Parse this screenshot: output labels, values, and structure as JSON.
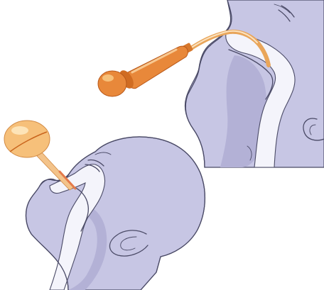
{
  "illustration": {
    "panels": [
      {
        "id": "upper",
        "subject": "profile-head",
        "device": "rubber-bulb-syringe-with-nasal-tube"
      },
      {
        "id": "lower",
        "subject": "infant-head-tilted-back",
        "device": "ear-bulb-syringe"
      }
    ],
    "colors": {
      "background": "#ffffff",
      "skin": "#c7c6e4",
      "skin_shadow": "#b3b1d6",
      "airway": "#f4f4fb",
      "outline": "#4a4a66",
      "bulb_orange": "#e8883a",
      "bulb_light": "#f6c07a",
      "bulb_dark": "#c9641c",
      "tube": "#f3c38a",
      "fluid": "#e47a4a"
    },
    "icons": [
      "syringe-bulb-icon",
      "head-profile-icon"
    ]
  }
}
